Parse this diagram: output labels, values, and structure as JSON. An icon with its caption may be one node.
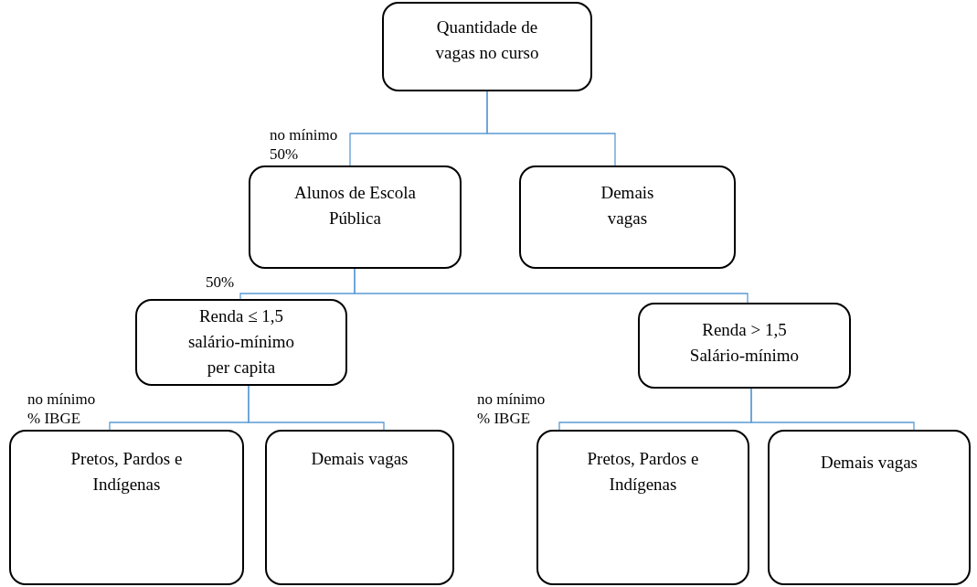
{
  "diagram": {
    "nodes": [
      {
        "text": [
          "Quantidade de vagas no curso"
        ]
      },
      {
        "text": [
          "Alunos de Escola Pública"
        ]
      },
      {
        "text": [
          "Demais vagas"
        ]
      },
      {
        "text": [
          "Renda ≤ 1,5 salário-mínimo per capita"
        ]
      },
      {
        "text": [
          "Renda > 1,5 Salário-mínimo"
        ]
      },
      {
        "text": [
          "Pretos, Pardos e Indígenas"
        ]
      },
      {
        "text": [
          "Demais vagas"
        ]
      },
      {
        "text": [
          "Pretos, Pardos e Indígenas"
        ]
      },
      {
        "text": [
          "Demais vagas"
        ]
      }
    ],
    "edges": [
      {
        "from": 0,
        "to": 1,
        "arrow": "none",
        "label": "no mínimo 50%"
      },
      {
        "from": 0,
        "to": 2,
        "arrow": "none"
      },
      {
        "from": 1,
        "to": 3,
        "arrow": "none",
        "label": "50%"
      },
      {
        "from": 1,
        "to": 4,
        "arrow": "none"
      },
      {
        "from": 3,
        "to": 5,
        "arrow": "none",
        "label": "no mínimo % IBGE"
      },
      {
        "from": 3,
        "to": 6,
        "arrow": "none"
      },
      {
        "from": 4,
        "to": 7,
        "arrow": "none",
        "label": "no mínimo % IBGE"
      },
      {
        "from": 4,
        "to": 8,
        "arrow": "none"
      }
    ]
  }
}
